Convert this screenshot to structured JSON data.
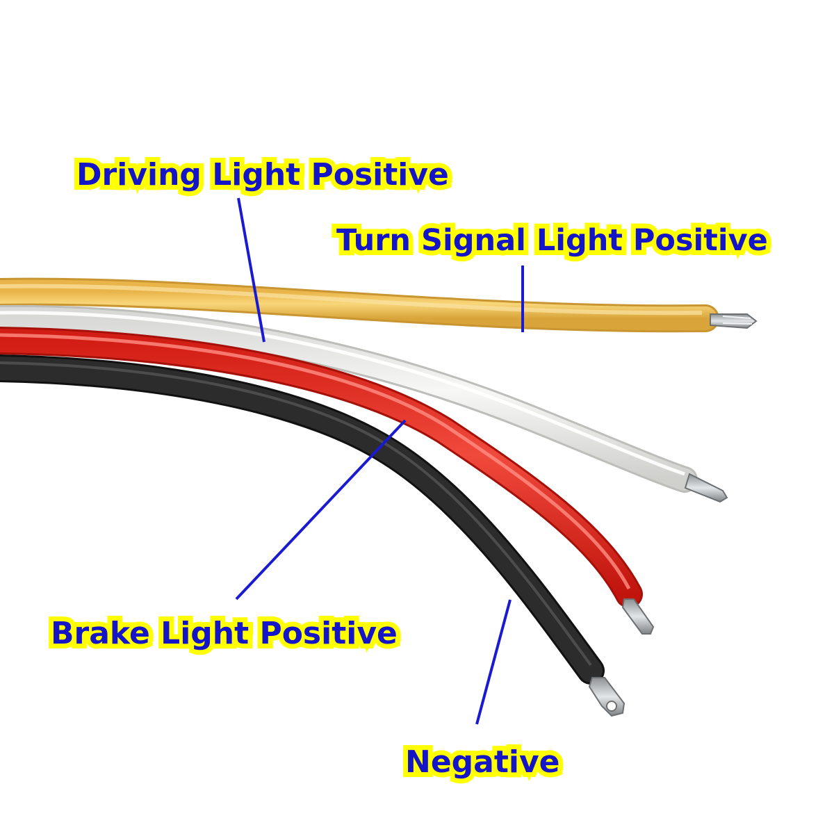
{
  "colors": {
    "label_text": "#1515c8",
    "label_outline": "#ffff00",
    "leader_line": "#1a1ad0",
    "wire_yellow": "#f2c55a",
    "wire_white": "#ebebe8",
    "wire_red": "#e8281e",
    "wire_black": "#2a2a2a",
    "conductor": "#b8bcc0"
  },
  "labels": {
    "driving": "Driving Light Positive",
    "turn": "Turn Signal Light Positive",
    "brake": "Brake Light Positive",
    "negative": "Negative"
  },
  "wires": [
    {
      "name": "yellow",
      "label": "Turn Signal Light Positive"
    },
    {
      "name": "white",
      "label": "Driving Light Positive"
    },
    {
      "name": "red",
      "label": "Brake Light Positive"
    },
    {
      "name": "black",
      "label": "Negative"
    }
  ]
}
